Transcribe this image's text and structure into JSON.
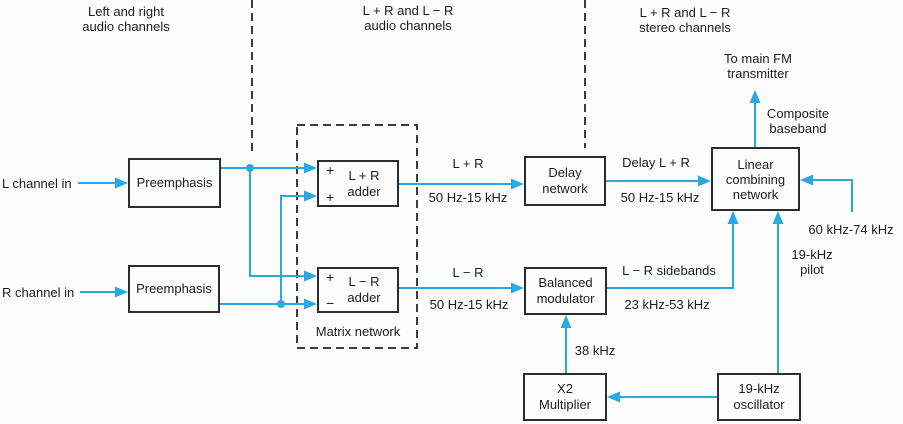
{
  "colors": {
    "accent": "#29A9E1",
    "box_border": "#2d2d2d",
    "dash": "#3c3c3c",
    "text": "#1c1c1c",
    "background": "#fdfdfd"
  },
  "headers": {
    "left": {
      "line1": "Left and right",
      "line2": "audio channels"
    },
    "middle": {
      "line1": "L + R and L − R",
      "line2": "audio channels"
    },
    "right": {
      "line1": "L + R and L − R",
      "line2": "stereo channels"
    }
  },
  "inputs": {
    "l_channel": "L channel in",
    "r_channel": "R channel in"
  },
  "blocks": {
    "preemphasis_l": "Preemphasis",
    "preemphasis_r": "Preemphasis",
    "adder_lpr": {
      "sign_top": "+",
      "sign_bottom": "+",
      "line1": "L + R",
      "line2": "adder"
    },
    "adder_lmr": {
      "sign_top": "+",
      "sign_bottom": "−",
      "line1": "L − R",
      "line2": "adder"
    },
    "delay": {
      "line1": "Delay",
      "line2": "network"
    },
    "balanced_modulator": {
      "line1": "Balanced",
      "line2": "modulator"
    },
    "linear_combining": {
      "line1": "Linear",
      "line2": "combining",
      "line3": "network"
    },
    "x2_multiplier": {
      "line1": "X2",
      "line2": "Multiplier"
    },
    "oscillator": {
      "line1": "19-kHz",
      "line2": "oscillator"
    }
  },
  "groups": {
    "matrix_network": "Matrix network"
  },
  "signal_labels": {
    "lpr": "L + R",
    "lpr_freq": "50 Hz-15 kHz",
    "delay_lpr": "Delay L + R",
    "delay_lpr_freq": "50 Hz-15 kHz",
    "lmr": "L − R",
    "lmr_freq": "50 Hz-15 kHz",
    "sidebands": "L − R sidebands",
    "sidebands_freq": "23 kHz-53 kHz",
    "khz38": "38 kHz",
    "pilot_line1": "19-kHz",
    "pilot_line2": "pilot",
    "khz60_74": "60 kHz-74 kHz",
    "to_main_fm_line1": "To main FM",
    "to_main_fm_line2": "transmitter",
    "composite_line1": "Composite",
    "composite_line2": "baseband"
  }
}
